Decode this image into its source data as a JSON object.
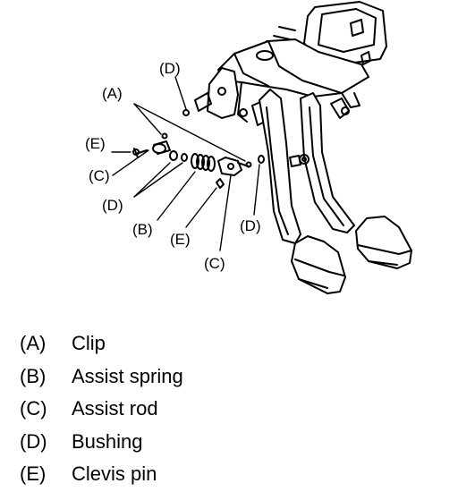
{
  "callouts": {
    "A": "(A)",
    "B": "(B)",
    "C": "(C)",
    "D": "(D)",
    "E": "(E)"
  },
  "legend": [
    {
      "key": "(A)",
      "label": "Clip"
    },
    {
      "key": "(B)",
      "label": "Assist spring"
    },
    {
      "key": "(C)",
      "label": "Assist rod"
    },
    {
      "key": "(D)",
      "label": "Bushing"
    },
    {
      "key": "(E)",
      "label": "Clevis pin"
    }
  ]
}
